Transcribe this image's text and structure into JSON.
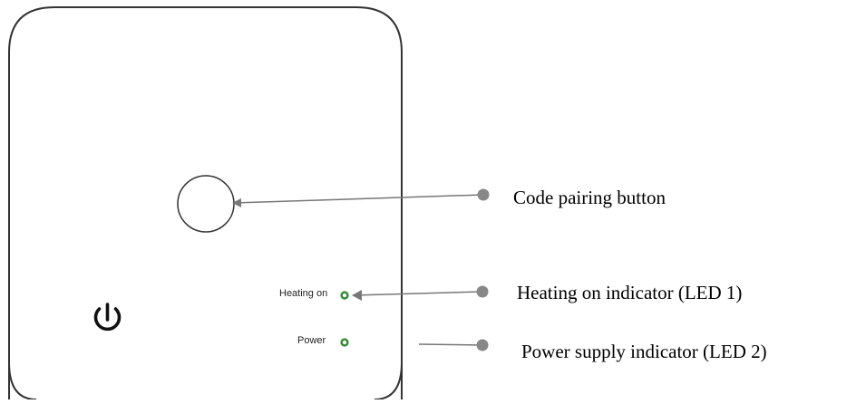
{
  "device": {
    "power_icon": "power-icon",
    "heating_led_label": "Heating on",
    "power_led_label": "Power",
    "led_color": "#2e8b2e",
    "outline_color": "#333333"
  },
  "callouts": {
    "pairing_button": "Code pairing button",
    "heating_indicator": "Heating on indicator (LED 1)",
    "power_indicator": "Power supply indicator (LED 2)"
  },
  "colors": {
    "leader_line": "#777777",
    "leader_dot": "#888888"
  }
}
